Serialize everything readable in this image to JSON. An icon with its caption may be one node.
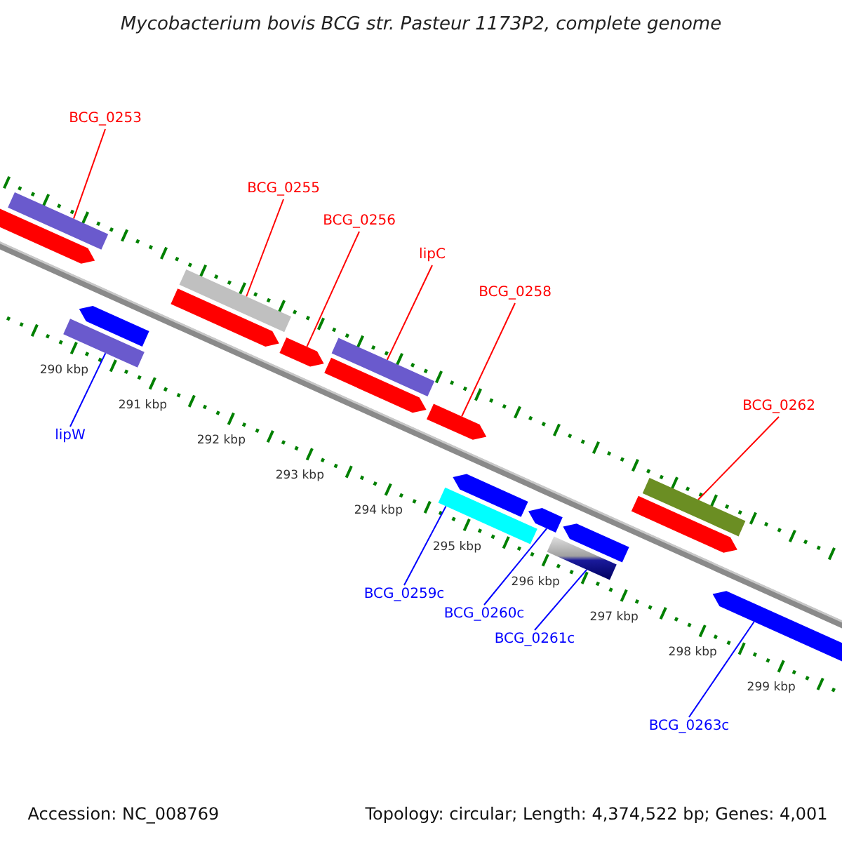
{
  "diagram": {
    "title": "Mycobacterium bovis BCG str. Pasteur 1173P2, complete genome",
    "nodes": [
      {
        "text": [
          "BCG_0253"
        ]
      },
      {
        "text": [
          "BCG_0255"
        ]
      },
      {
        "text": [
          "BCG_0256"
        ]
      },
      {
        "text": [
          "lipC"
        ]
      },
      {
        "text": [
          "BCG_0258"
        ]
      },
      {
        "text": [
          "BCG_0262"
        ]
      },
      {
        "text": [
          "lipW"
        ]
      },
      {
        "text": [
          "BCG_0259c"
        ]
      },
      {
        "text": [
          "BCG_0260c"
        ]
      },
      {
        "text": [
          "BCG_0261c"
        ]
      },
      {
        "text": [
          "BCG_0263c"
        ]
      },
      {
        "text": [],
        "shape": "bar"
      },
      {
        "text": [],
        "shape": "bar"
      },
      {
        "text": [],
        "shape": "bar"
      },
      {
        "text": [],
        "shape": "bar"
      },
      {
        "text": [],
        "shape": "bar"
      },
      {
        "text": [],
        "shape": "bar"
      },
      {
        "text": [],
        "shape": "bar"
      },
      {
        "text": [],
        "shape": "bar"
      },
      {
        "text": [],
        "shape": "bar"
      },
      {
        "text": [],
        "shape": "bar"
      },
      {
        "text": [],
        "shape": "bar"
      },
      {
        "text": [],
        "shape": "bar"
      },
      {
        "text": [],
        "shape": "bar"
      },
      {
        "text": [],
        "shape": "bar"
      },
      {
        "text": [],
        "shape": "bar"
      },
      {
        "text": [],
        "shape": "bar"
      },
      {
        "text": [],
        "shape": "bar"
      },
      {
        "text": [],
        "shape": "bar"
      }
    ],
    "edges": [
      {
        "from": 0,
        "to": 11,
        "arrow": "none"
      },
      {
        "from": 1,
        "to": 15,
        "arrow": "none"
      },
      {
        "from": 2,
        "to": 17,
        "arrow": "none"
      },
      {
        "from": 3,
        "to": 18,
        "arrow": "none"
      },
      {
        "from": 4,
        "to": 20,
        "arrow": "none"
      },
      {
        "from": 5,
        "to": 27,
        "arrow": "none"
      },
      {
        "from": 6,
        "to": 14,
        "arrow": "none",
        "color": "#0000ff"
      },
      {
        "from": 7,
        "to": 21,
        "arrow": "none",
        "color": "#0000ff"
      },
      {
        "from": 8,
        "to": 23,
        "arrow": "none",
        "color": "#0000ff"
      },
      {
        "from": 9,
        "to": 24,
        "arrow": "none",
        "color": "#0000ff"
      },
      {
        "from": 10,
        "to": 28,
        "arrow": "none",
        "color": "#0000ff"
      }
    ],
    "labels": [
      "290 kbp",
      "291 kbp",
      "292 kbp",
      "293 kbp",
      "294 kbp",
      "295 kbp",
      "296 kbp",
      "297 kbp",
      "298 kbp",
      "299 kbp",
      "Accession: NC_008769",
      "Topology: circular; Length: 4,374,522 bp; Genes: 4,001"
    ]
  }
}
